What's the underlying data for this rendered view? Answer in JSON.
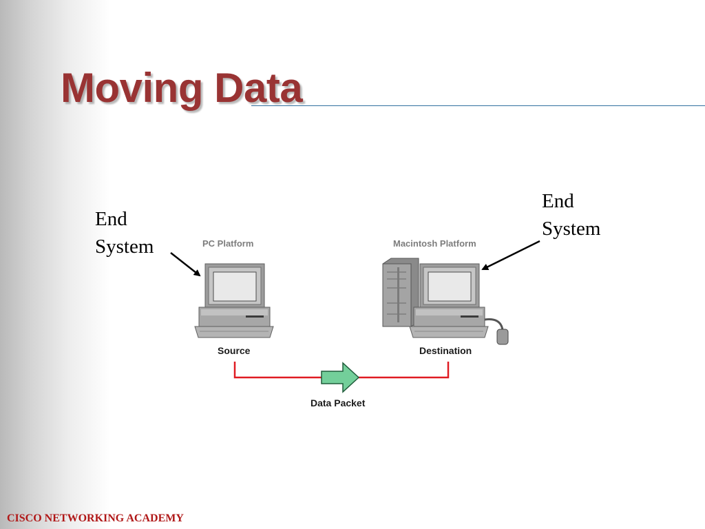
{
  "slide": {
    "title": "Moving Data"
  },
  "labels": {
    "end_system_left": {
      "line1": "End",
      "line2": "System"
    },
    "end_system_right": {
      "line1": "End",
      "line2": "System"
    }
  },
  "diagram": {
    "pc_platform": "PC Platform",
    "mac_platform": "Macintosh Platform",
    "source": "Source",
    "destination": "Destination",
    "data_packet": "Data Packet"
  },
  "footer": {
    "text": "CISCO NETWORKING ACADEMY"
  },
  "colors": {
    "title": "#993333",
    "rule": "#2f6f9f",
    "link": "#e01b22",
    "packet_fill": "#73cf9a",
    "footer": "#b01818"
  },
  "icons": [
    "pc-computer-icon",
    "mac-computer-icon",
    "tower-icon",
    "mouse-icon",
    "packet-arrow-icon"
  ]
}
